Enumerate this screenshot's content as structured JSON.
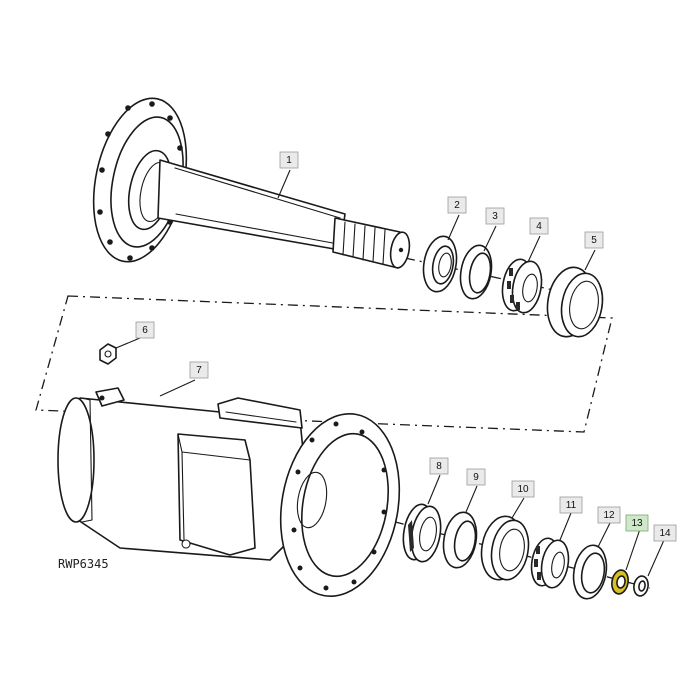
{
  "diagram": {
    "reference_code": "RWP6345",
    "highlight_color": "#d8c020",
    "callouts": [
      {
        "id": "1",
        "label": "1",
        "part": "axle-shaft"
      },
      {
        "id": "2",
        "label": "2",
        "part": "oil-seal"
      },
      {
        "id": "3",
        "label": "3",
        "part": "bearing-cup-ring"
      },
      {
        "id": "4",
        "label": "4",
        "part": "tapered-roller-bearing"
      },
      {
        "id": "5",
        "label": "5",
        "part": "bearing-cup"
      },
      {
        "id": "6",
        "label": "6",
        "part": "nut"
      },
      {
        "id": "7",
        "label": "7",
        "part": "axle-housing"
      },
      {
        "id": "8",
        "label": "8",
        "part": "oil-seal"
      },
      {
        "id": "9",
        "label": "9",
        "part": "seal-ring"
      },
      {
        "id": "10",
        "label": "10",
        "part": "bearing-cup"
      },
      {
        "id": "11",
        "label": "11",
        "part": "tapered-roller-bearing"
      },
      {
        "id": "12",
        "label": "12",
        "part": "spacer-ring"
      },
      {
        "id": "13",
        "label": "13",
        "part": "washer",
        "highlighted": true
      },
      {
        "id": "14",
        "label": "14",
        "part": "snap-ring"
      }
    ]
  }
}
